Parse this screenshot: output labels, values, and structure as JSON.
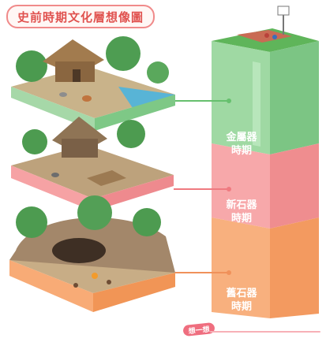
{
  "title": "史前時期文化層想像圖",
  "periods": {
    "metal": "金屬器時期",
    "neolithic": "新石器時期",
    "paleolithic": "舊石器時期"
  },
  "think_label": "想一想",
  "colors": {
    "title_red": "#e0524f",
    "metal_layer": "#8fd095",
    "neolithic_layer": "#f59a9c",
    "paleolithic_layer": "#f5a06e"
  }
}
